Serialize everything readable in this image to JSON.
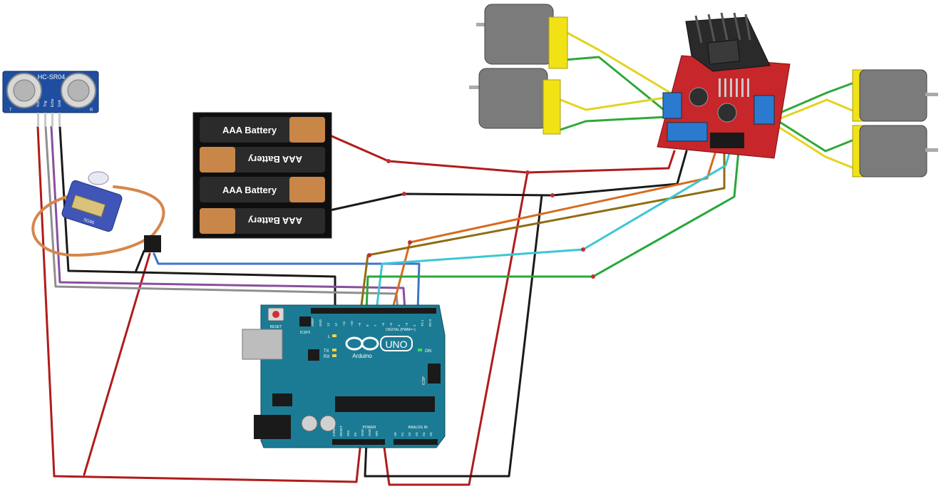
{
  "ultrasonic": {
    "model": "HC-SR04",
    "pin_labels": [
      "Vcc",
      "Trig",
      "Echo",
      "Gnd"
    ],
    "side_marks": [
      "T",
      "R"
    ]
  },
  "battery_pack": {
    "cells": [
      "AAA Battery",
      "AAA Battery",
      "AAA Battery",
      "AAA Battery"
    ]
  },
  "servo": {
    "model": "SG90"
  },
  "arduino": {
    "logo": "UNO",
    "brand": "Arduino",
    "reset": "RESET",
    "icsp2": "ICSP2",
    "icsp": "ICSP",
    "led_l": "L",
    "led_tx": "TX",
    "led_rx": "RX",
    "on": "ON",
    "digital_header": "DIGITAL (PWM=~)",
    "power_header": "POWER",
    "analog_header": "ANALOG IN",
    "digital_pins": [
      "AREF",
      "GND",
      "13",
      "12",
      "~11",
      "~10",
      "~9",
      "8",
      "7",
      "~6",
      "~5",
      "4",
      "~3",
      "2",
      "TX 1",
      "RX 0"
    ],
    "power_pins": [
      "IOREF",
      "RESET",
      "3V3",
      "5V",
      "GND",
      "GND",
      "VIN"
    ],
    "analog_pins": [
      "A0",
      "A1",
      "A2",
      "A3",
      "A4",
      "A5"
    ]
  },
  "wire_colors": {
    "power": "#b01c1c",
    "ground": "#1a1a1a",
    "trig": "#8a4e9e",
    "echo": "#8f8f8f",
    "servo_signal": "#3f74c8",
    "in1": "#d66c1e",
    "in2": "#8f6d12",
    "in3": "#3cc6d4",
    "in4": "#27a83a",
    "motor_a": "#e3d320",
    "motor_b": "#2fa83a"
  }
}
